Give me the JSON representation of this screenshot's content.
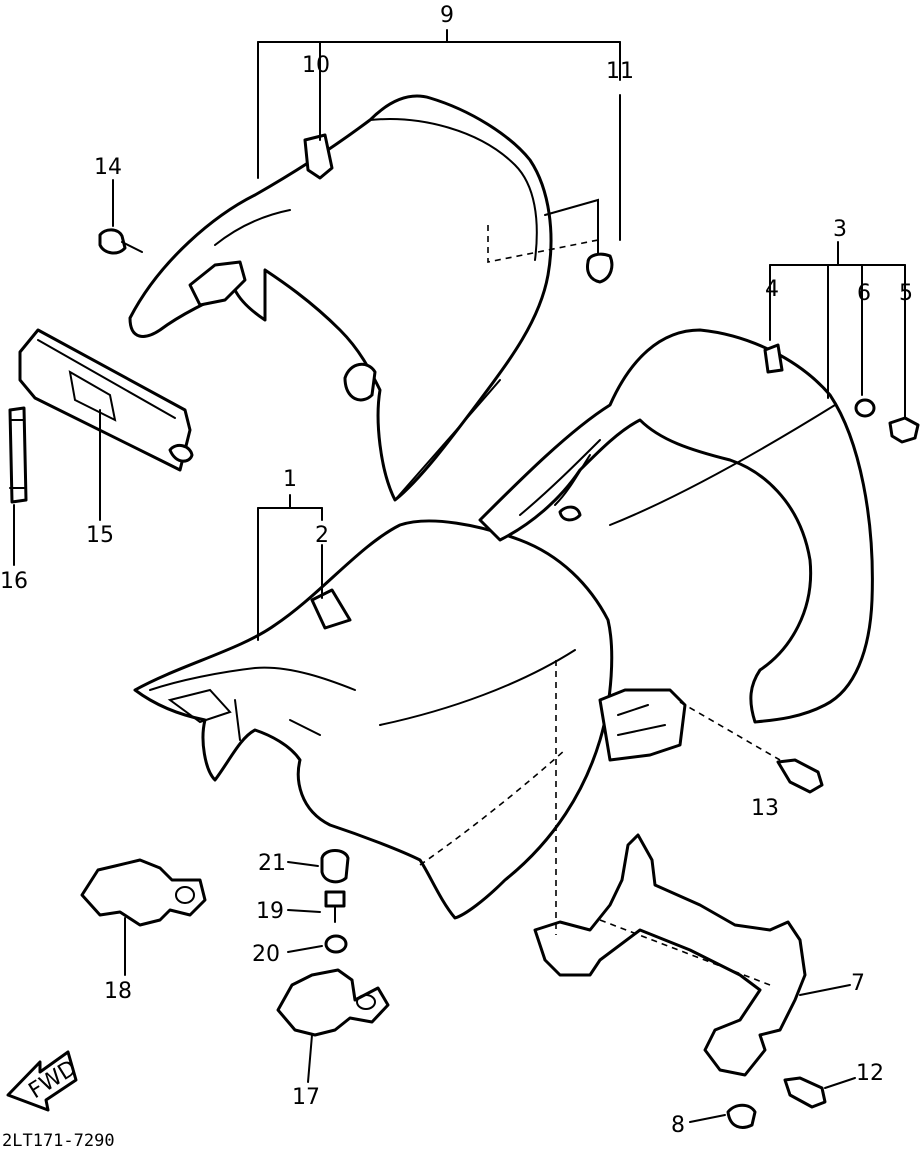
{
  "diagram": {
    "drawing_number": "2LT171-7290",
    "direction_arrow": "FWD",
    "callouts": {
      "c1": "1",
      "c2": "2",
      "c3": "3",
      "c4": "4",
      "c5": "5",
      "c6": "6",
      "c7": "7",
      "c8": "8",
      "c9": "9",
      "c10": "10",
      "c11": "11",
      "c12": "12",
      "c13": "13",
      "c14": "14",
      "c15": "15",
      "c16": "16",
      "c17": "17",
      "c18": "18",
      "c19": "19",
      "c20": "20",
      "c21": "21"
    }
  }
}
